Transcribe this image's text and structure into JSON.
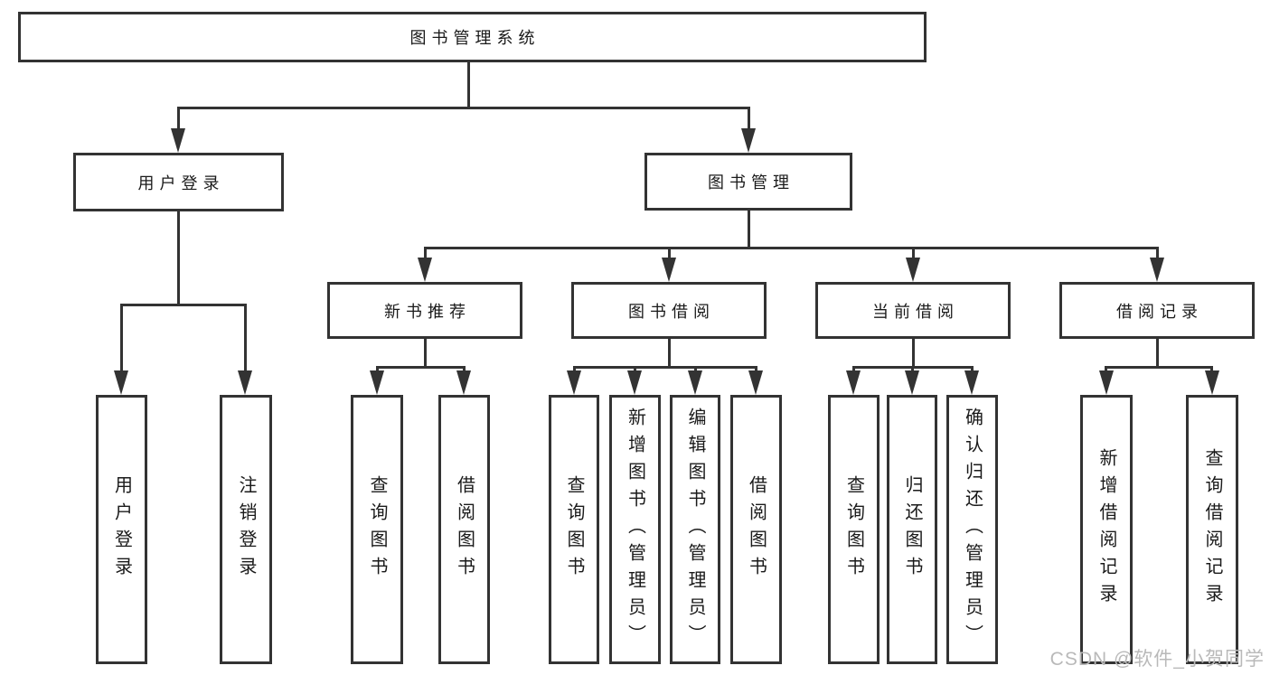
{
  "page": {
    "background_color": "#ffffff",
    "line_color": "#333333",
    "text_color": "#1a1a1a"
  },
  "watermark": {
    "text": "CSDN @软件_小贺同学",
    "color": "#b9b9b9"
  },
  "nodes": {
    "root": {
      "label": "图书管理系统"
    },
    "user_login": {
      "label": "用户登录"
    },
    "book_mgmt": {
      "label": "图书管理"
    },
    "new_book_rec": {
      "label": "新书推荐"
    },
    "book_borrow": {
      "label": "图书借阅"
    },
    "current_borrow": {
      "label": "当前借阅"
    },
    "borrow_records": {
      "label": "借阅记录"
    },
    "ul_user_login": {
      "label": "用户登录"
    },
    "ul_logout": {
      "label": "注销登录"
    },
    "nb_query_books": {
      "label": "查询图书"
    },
    "nb_borrow_books": {
      "label": "借阅图书"
    },
    "bb_query_books": {
      "label": "查询图书"
    },
    "bb_add_books": {
      "label": "新增图书（管理员）"
    },
    "bb_edit_books": {
      "label": "编辑图书（管理员）"
    },
    "bb_borrow_books": {
      "label": "借阅图书"
    },
    "cb_query_books": {
      "label": "查询图书"
    },
    "cb_return_books": {
      "label": "归还图书"
    },
    "cb_confirm_return": {
      "label": "确认归还（管理员）"
    },
    "br_add_record": {
      "label": "新增借阅记录"
    },
    "br_query_record": {
      "label": "查询借阅记录"
    }
  }
}
